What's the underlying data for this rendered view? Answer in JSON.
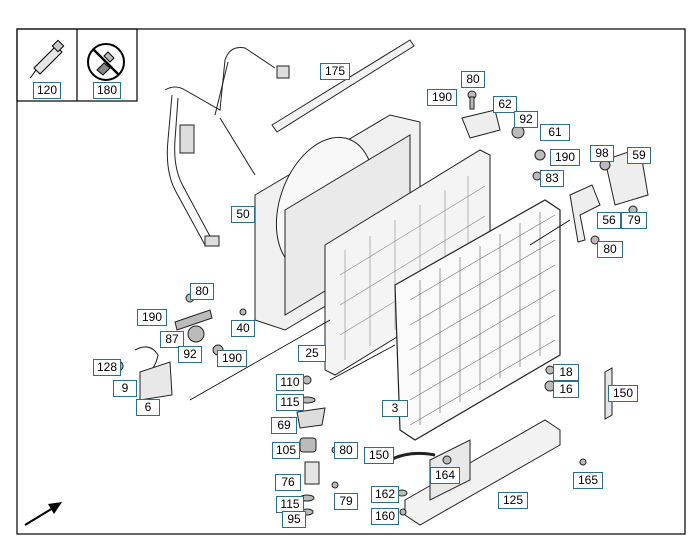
{
  "legend": {
    "items": [
      {
        "label": "120",
        "icon": "sealant-tube-icon"
      },
      {
        "label": "180",
        "icon": "tool-prohibited-icon"
      }
    ]
  },
  "part_labels": [
    "175",
    "80",
    "190",
    "62",
    "92",
    "61",
    "190",
    "98",
    "59",
    "83",
    "50",
    "56",
    "79",
    "80",
    "80",
    "190",
    "40",
    "87",
    "92",
    "190",
    "128",
    "9",
    "6",
    "25",
    "110",
    "115",
    "3",
    "18",
    "16",
    "150",
    "69",
    "80",
    "105",
    "150",
    "164",
    "76",
    "79",
    "162",
    "125",
    "165",
    "115",
    "95",
    "160"
  ],
  "accent_color": "#2d6f8a",
  "line_color": "#000000",
  "arrow": "direction-arrow-icon"
}
